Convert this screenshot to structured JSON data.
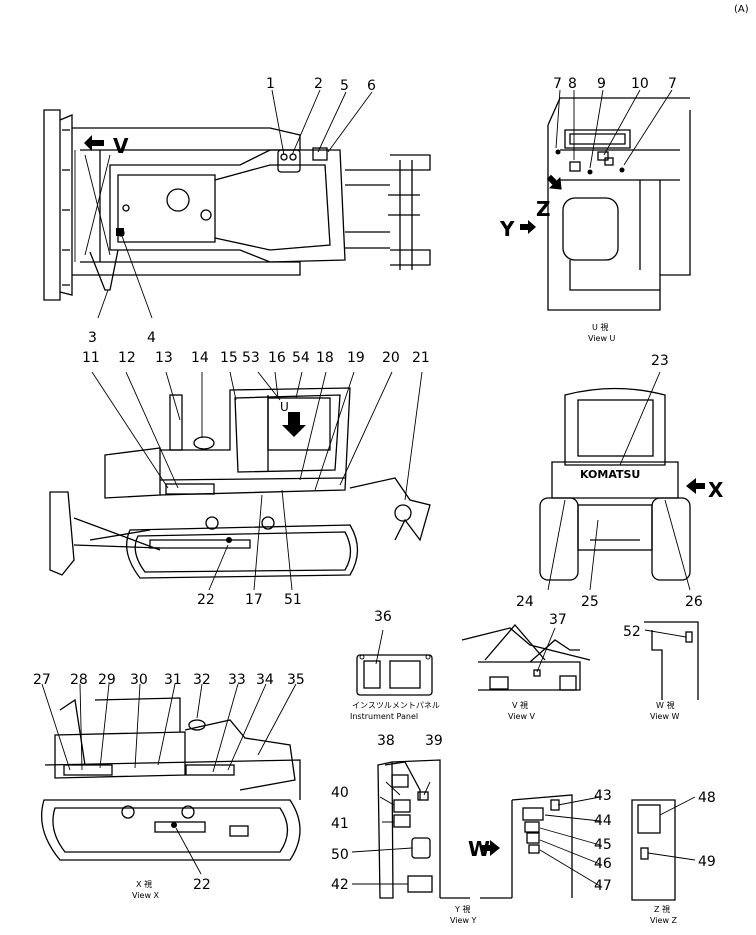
{
  "corner_mark": "(A)",
  "callouts": [
    "1",
    "2",
    "3",
    "4",
    "5",
    "6",
    "7",
    "8",
    "9",
    "10",
    "11",
    "12",
    "13",
    "14",
    "15",
    "16",
    "17",
    "18",
    "19",
    "20",
    "21",
    "22",
    "23",
    "24",
    "25",
    "26",
    "27",
    "28",
    "29",
    "30",
    "31",
    "32",
    "33",
    "34",
    "35",
    "36",
    "37",
    "38",
    "39",
    "40",
    "41",
    "42",
    "43",
    "44",
    "45",
    "46",
    "47",
    "48",
    "49",
    "50",
    "51",
    "52",
    "53",
    "54"
  ],
  "view_letters": {
    "v": "V",
    "y": "Y",
    "z": "Z",
    "x": "X",
    "w": "W",
    "u": "U"
  },
  "captions": {
    "view_u_jp": "U 視",
    "view_u": "View U",
    "instrument_jp": "インスツルメントパネル",
    "instrument": "Instrument Panel",
    "view_v_jp": "V 視",
    "view_v": "View V",
    "view_w_jp": "W 視",
    "view_w": "View W",
    "view_x_jp": "X 視",
    "view_x": "View X",
    "view_y_jp": "Y 視",
    "view_y": "View Y",
    "view_z_jp": "Z 視",
    "view_z": "View Z"
  },
  "brand_text": "KOMATSU"
}
